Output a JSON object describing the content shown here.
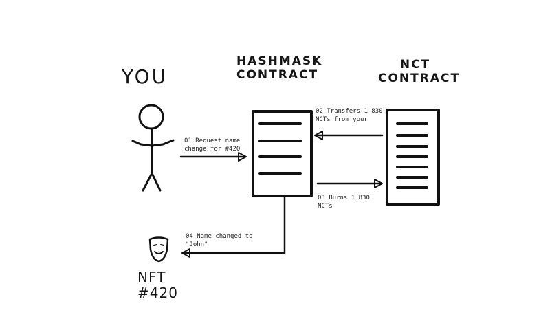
{
  "actors": {
    "you": "YOU",
    "hashmask_line1": "HASHMASK",
    "hashmask_line2": "CONTRACT",
    "nct_line1": "NCT",
    "nct_line2": "CONTRACT",
    "nft_line1": "NFT",
    "nft_line2": "#420"
  },
  "steps": {
    "s01_line1": "01 Request name",
    "s01_line2": "change for #420",
    "s02_line1": "02 Transfers 1 830",
    "s02_line2": "NCTs from your",
    "s03_line1": "03 Burns 1 830",
    "s03_line2": "NCTs",
    "s04_line1": "04 Name changed to",
    "s04_line2": "\"John\""
  },
  "icons": {
    "person": "stick-figure-icon",
    "nft": "mask-icon"
  }
}
